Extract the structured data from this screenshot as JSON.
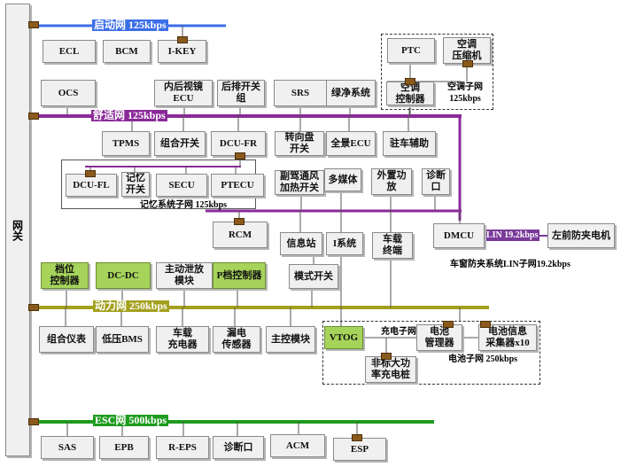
{
  "gateway": "网关",
  "networks": {
    "startup": "启动网 125kbps",
    "comfort": "舒适网 125kbps",
    "memory": "记忆系统子网 125kbps",
    "aircon": "空调子网\n125kbps",
    "lin": "LIN 19.2kbps",
    "window": "车窗防夹系统LIN子网19.2kbps",
    "power": "动力网 250kbps",
    "charging": "充电子网",
    "battery": "电池子网 250kbps",
    "esc": "ESC网 500kbps"
  },
  "nodes": {
    "ecl": "ECL",
    "bcm": "BCM",
    "ikey": "I-KEY",
    "ptc": "PTC",
    "compressor": "空调\n压缩机",
    "ac_controller": "空调\n控制器",
    "ocs": "OCS",
    "mirror": "内后视镜\nECU",
    "rear_switch": "后排开关\n组",
    "srs": "SRS",
    "green_system": "绿净系统",
    "tpms": "TPMS",
    "combo_switch": "组合开关",
    "dcu_fr": "DCU-FR",
    "steering_switch": "转向盘\n开关",
    "panorama_ecu": "全景ECU",
    "parking_assist": "驻车辅助",
    "dcu_fl": "DCU-FL",
    "memory_switch": "记忆\n开关",
    "secu": "SECU",
    "ptecu": "PTECU",
    "seat_vent": "副驾通风\n加热开关",
    "multimedia": "多媒体",
    "external_amp": "外置功\n放",
    "diag_port_1": "诊断\n口",
    "rcm": "RCM",
    "info_station": "信息站",
    "i_system": "I系统",
    "terminal": "车载\n终端",
    "dmcu": "DMCU",
    "front_motor": "左前防夹电机",
    "mode_switch": "模式开关",
    "gear_controller": "档位\n控制器",
    "dcdc": "DC-DC",
    "active_discharge": "主动泄放\n模块",
    "p_gear": "P档控制器",
    "cluster": "组合仪表",
    "low_bms": "低压BMS",
    "charger": "车载\n充电器",
    "leak_sensor": "漏电\n传感器",
    "main_module": "主控模块",
    "vtog": "VTOG",
    "battery_mgr": "电池\n管理器",
    "cell_info": "电池信息\n采集器x10",
    "dc_charger": "非标大功\n率充电桩",
    "sas": "SAS",
    "epb": "EPB",
    "reps": "R-EPS",
    "diag_port_2": "诊断口",
    "acm": "ACM",
    "esp": "ESP"
  },
  "colors": {
    "startup": "#3b6ee8",
    "comfort": "#8a2a98",
    "power": "#a3a01d",
    "esc": "#1f9b1f",
    "lin_bg": "#7a3a9a",
    "wire": "#555555",
    "tag": "#8a5a1c"
  }
}
